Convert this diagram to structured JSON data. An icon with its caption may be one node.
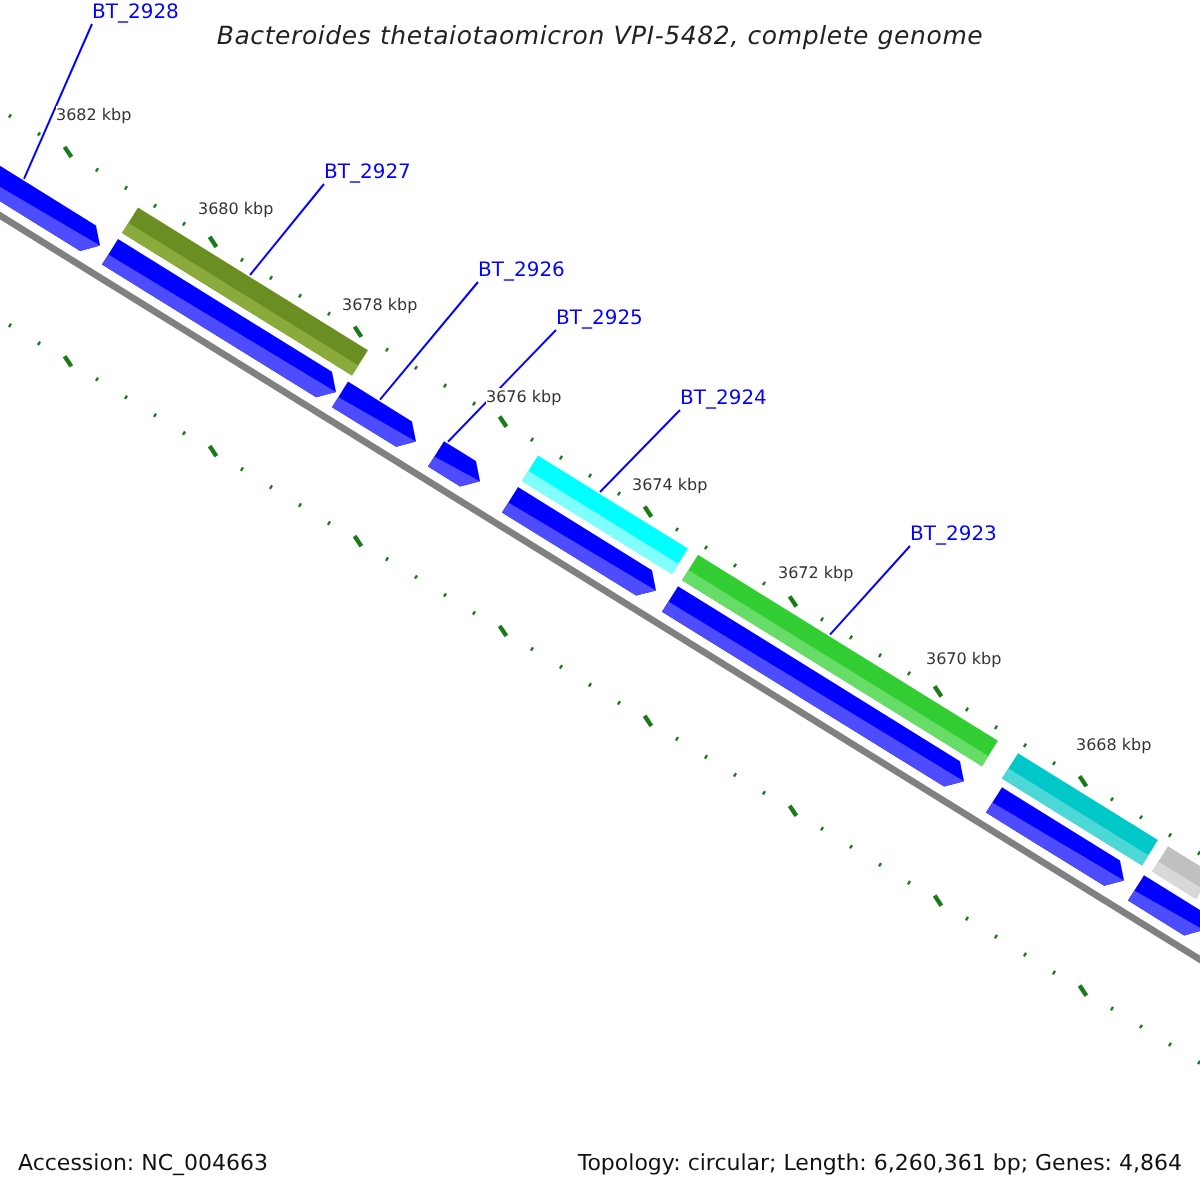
{
  "diagram": {
    "title": "Bacteroides thetaiotaomicron VPI-5482, complete genome",
    "nodes": [
      {
        "text": [
          "BT_2928"
        ]
      },
      {
        "text": [
          "BT_2927"
        ]
      },
      {
        "text": [
          "BT_2926"
        ]
      },
      {
        "text": [
          "BT_2925"
        ]
      },
      {
        "text": [
          "BT_2924"
        ]
      },
      {
        "text": [
          "BT_2923"
        ]
      },
      {
        "text": [],
        "shape": "arrow"
      },
      {
        "text": [],
        "shape": "bar"
      },
      {
        "text": [],
        "shape": "arrow"
      },
      {
        "text": [],
        "shape": "arrow"
      },
      {
        "text": [],
        "shape": "arrow"
      },
      {
        "text": [],
        "shape": "bar"
      },
      {
        "text": [],
        "shape": "arrow"
      },
      {
        "text": [],
        "shape": "bar"
      },
      {
        "text": [],
        "shape": "arrow"
      },
      {
        "text": [],
        "shape": "bar"
      },
      {
        "text": [],
        "shape": "arrow"
      },
      {
        "text": [],
        "shape": "bar"
      },
      {
        "text": [],
        "shape": "arrow"
      }
    ],
    "edges": [
      {
        "from": 0,
        "to": 6,
        "arrow": "none"
      },
      {
        "from": 1,
        "to": 7,
        "arrow": "none"
      },
      {
        "from": 2,
        "to": 9,
        "arrow": "none"
      },
      {
        "from": 3,
        "to": 10,
        "arrow": "none"
      },
      {
        "from": 4,
        "to": 11,
        "arrow": "none"
      },
      {
        "from": 5,
        "to": 13,
        "arrow": "none"
      }
    ],
    "labels": [
      "3682 kbp",
      "3680 kbp",
      "3678 kbp",
      "3676 kbp",
      "3674 kbp",
      "3672 kbp",
      "3670 kbp",
      "3668 kbp",
      "Accession: NC_004663",
      "Topology: circular; Length: 6,260,361 bp; Genes: 4,864"
    ]
  }
}
